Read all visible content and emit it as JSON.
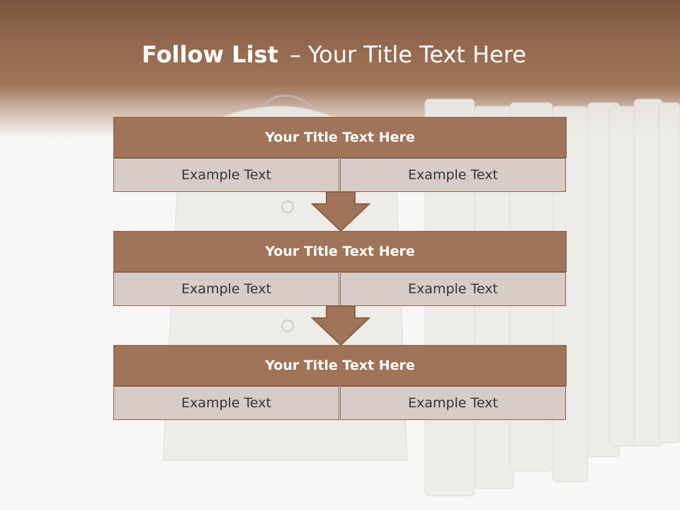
{
  "slide": {
    "title_bold": "Follow List",
    "title_separator": "–",
    "title_rest": "Your Title Text Here"
  },
  "blocks": [
    {
      "title": "Your Title Text Here",
      "left": "Example Text",
      "right": "Example Text"
    },
    {
      "title": "Your Title Text Here",
      "left": "Example Text",
      "right": "Example Text"
    },
    {
      "title": "Your Title Text Here",
      "left": "Example Text",
      "right": "Example Text"
    }
  ],
  "colors": {
    "header": "#93684e",
    "block_title": "#a07459",
    "block_cell": "#d7ccc8",
    "arrow": "#a07459"
  }
}
